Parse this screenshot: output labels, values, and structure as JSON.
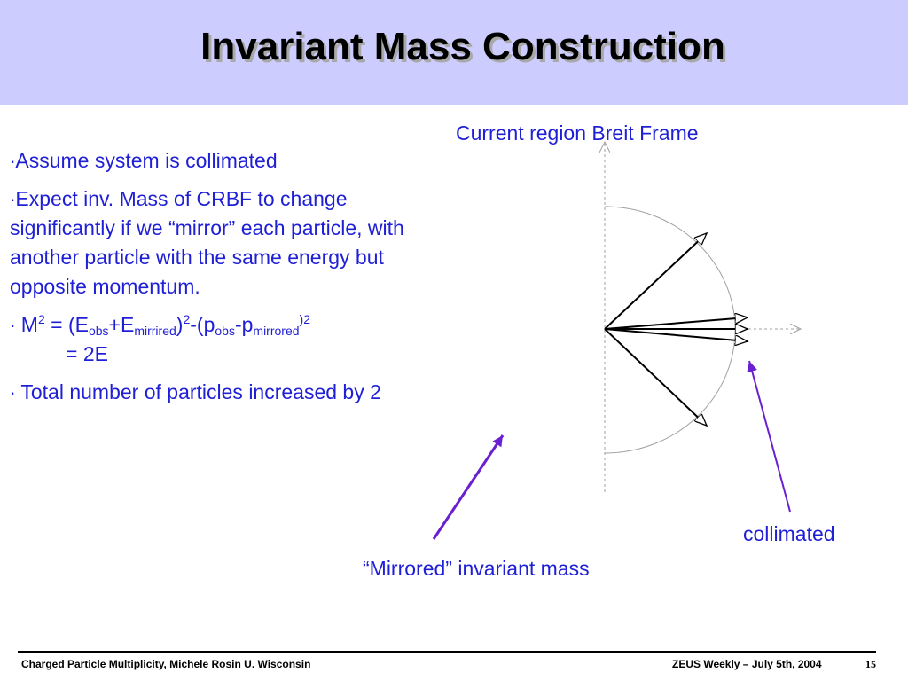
{
  "slide": {
    "title": "Invariant Mass Construction",
    "bullets": {
      "b1": "∙Assume system is collimated",
      "b2": "∙Expect inv. Mass of CRBF to change significantly if we “mirror” each particle, with another particle with the same energy but opposite momentum.",
      "b3": {
        "prefix": "∙ M",
        "sup_2a": "2",
        "eq_open": " = (E",
        "sub_obs": "obs",
        "plus_e": "+E",
        "sub_mirrired": "mirrired",
        "close_paren": ")",
        "sup_2b": "2",
        "minus_p": "-(p",
        "sub_obs2": "obs",
        "minus_p2": "-p",
        "sub_mirrored": "mirrored",
        "sup_close": ")2",
        "line2": "= 2E"
      },
      "b4": "∙ Total number of particles increased by 2"
    },
    "diagram": {
      "frame_label": "Current region Breit Frame",
      "collimated_label": "collimated",
      "mirrored_label": "“Mirrored” invariant mass"
    },
    "footer": {
      "left": "Charged Particle Multiplicity, Michele Rosin U. Wisconsin",
      "right": "ZEUS Weekly – July 5th, 2004",
      "page": "15"
    },
    "colors": {
      "title_band": "#ccccff",
      "text_blue": "#1f1fd6",
      "pointer_purple": "#6a1fd0"
    }
  }
}
